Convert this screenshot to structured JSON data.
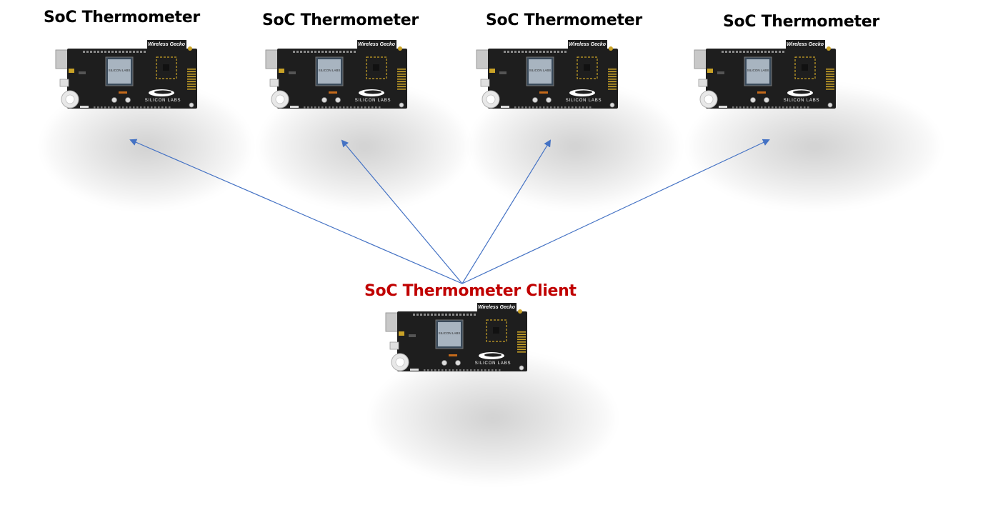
{
  "diagram": {
    "servers": [
      {
        "label": "SoC Thermometer",
        "board_text": {
          "brand": "Wireless Gecko",
          "chip": "SILICON LABS",
          "logo": "SILICON LABS"
        }
      },
      {
        "label": "SoC Thermometer",
        "board_text": {
          "brand": "Wireless Gecko",
          "chip": "SILICON LABS",
          "logo": "SILICON LABS"
        }
      },
      {
        "label": "SoC Thermometer",
        "board_text": {
          "brand": "Wireless Gecko",
          "chip": "SILICON LABS",
          "logo": "SILICON LABS"
        }
      },
      {
        "label": "SoC Thermometer",
        "board_text": {
          "brand": "Wireless Gecko",
          "chip": "SILICON LABS",
          "logo": "SILICON LABS"
        }
      }
    ],
    "client": {
      "label": "SoC Thermometer Client",
      "board_text": {
        "brand": "Wireless Gecko",
        "chip": "SILICON LABS",
        "logo": "SILICON LABS"
      }
    },
    "colors": {
      "server_label": "#000000",
      "client_label": "#c00000",
      "arrow": "#4472c4",
      "board": "#1e1e1e"
    },
    "icons": [
      "wireless-gecko-board-icon"
    ]
  }
}
